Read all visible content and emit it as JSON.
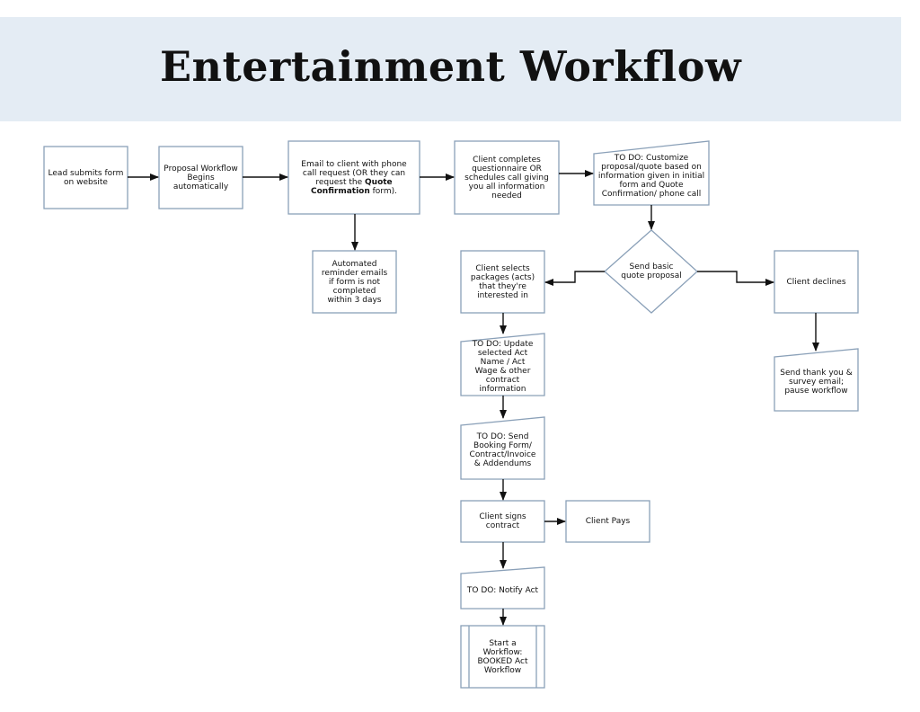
{
  "title": "Entertainment Workflow",
  "colors": {
    "banner": "#e4ecf4",
    "node_border": "#8aa0b8",
    "arrow": "#111111"
  },
  "nodes": {
    "lead_submits": "Lead submits form on website",
    "proposal_workflow": "Proposal Workflow Begins automatically",
    "email_client_pre": "Email to client with phone call request (OR they can request the ",
    "email_client_bold": "Quote Confirmation",
    "email_client_post": " form).",
    "client_completes": "Client completes questionnaire OR schedules call giving you all information needed",
    "todo_customize": "TO DO: Customize proposal/quote based on information given in initial form and Quote Confirmation/ phone call",
    "automated_reminder": "Automated reminder emails if form is not completed within 3 days",
    "send_quote": "Send basic quote proposal",
    "client_selects": "Client selects packages (acts) that they're interested in",
    "client_declines": "Client declines",
    "todo_update": "TO DO: Update selected Act Name / Act Wage & other contract information",
    "send_thanks": "Send thank you & survey email; pause workflow",
    "todo_booking": "TO DO: Send Booking Form/ Contract/Invoice & Addendums",
    "client_signs": "Client signs contract",
    "client_pays": "Client Pays",
    "todo_notify": "TO DO: Notify Act",
    "start_workflow": "Start a Workflow: BOOKED Act Workflow"
  }
}
